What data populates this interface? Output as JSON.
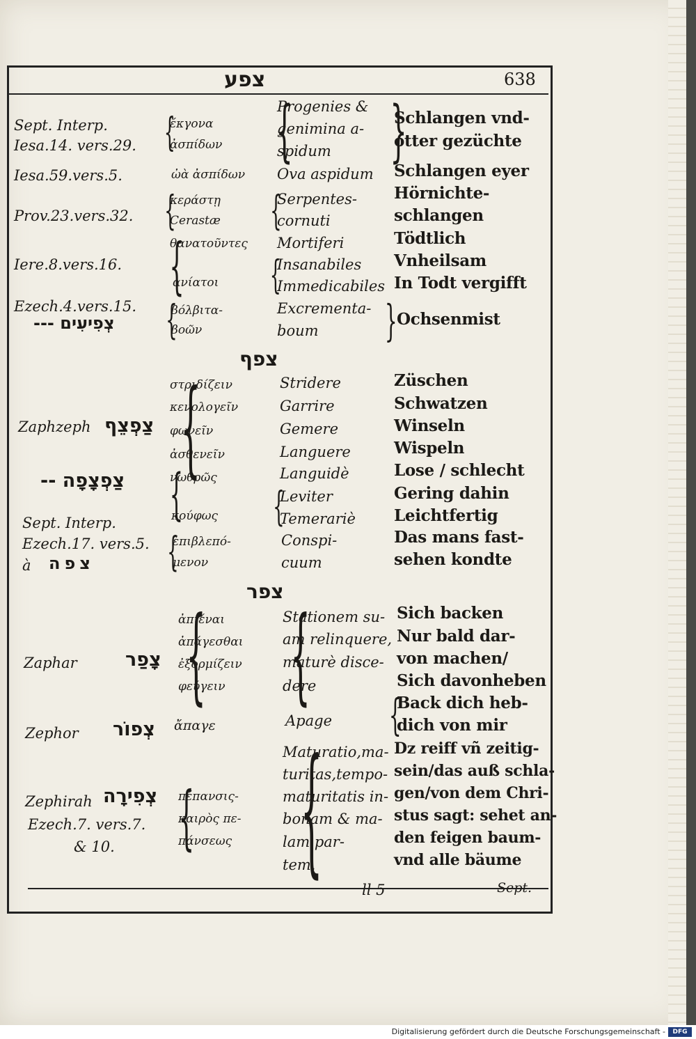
{
  "header": {
    "title": "צפע",
    "page": "638"
  },
  "rows": [
    {
      "ref": "Sept. Interp.",
      "greek": "ἔκγονα",
      "latin": "Progenies &",
      "german": "Schlangen vnd-"
    },
    {
      "ref": "Iesa.14. vers.29.",
      "greek": "ἀσπίδων",
      "latin": "genimina a-",
      "german": "otter gezüchte"
    },
    {
      "latin": "spidum"
    },
    {
      "ref": "Iesa.59.vers.5.",
      "greek": "ὠὰ ἀσπίδων",
      "latin": "Ova aspidum",
      "german": "Schlangen eyer"
    },
    {
      "ref": "Prov.23.vers.32.",
      "greek": "κεράστῃ",
      "latin": "Serpentes-",
      "german": "Hörnichte-"
    },
    {
      "greek": "Cerastæ",
      "latin": "cornuti",
      "german": "schlangen"
    },
    {
      "ref": "Iere.8.vers.16.",
      "greek": "θανατοῦντες",
      "latin": "Mortiferi",
      "german": "Tödtlich"
    },
    {
      "latin": "Insanabiles",
      "german": "Vnheilsam"
    },
    {
      "greek": "ἀνίατοι",
      "latin": "Immedicabiles",
      "german": "In Todt vergifft"
    },
    {
      "ref": "Ezech.4.vers.15.",
      "greek": "βόλβιτα-",
      "latin": "Excrementa-",
      "german": "Ochsenmist"
    },
    {
      "hebrew": "צְפִיעִים ---",
      "greek": "βοῶν",
      "latin": "boum"
    }
  ],
  "section2": {
    "title": "צפף",
    "ref": "Zaphzeph",
    "hebrew1": "צַפְצֵף",
    "hebrew2": "צַפְצָפָה --",
    "ref2a": "Sept. Interp.",
    "ref2b": "Ezech.17. vers.5.",
    "ref2c": "à",
    "hebrew3": "צפה",
    "greek": [
      "στριδίζειν",
      "κενολογεῖν",
      "φωνεῖν",
      "ἀσθενεῖν",
      "νωθρῶς",
      "κούφως",
      "ἐπιβλεπό-",
      "μενον"
    ],
    "latin": [
      "Stridere",
      "Garrire",
      "Gemere",
      "Languere",
      "Languidè",
      "Leviter",
      "Temerariè",
      "Conspi-",
      "cuum"
    ],
    "german": [
      "Züschen",
      "Schwatzen",
      "Winseln",
      "Wispeln",
      "Lose / schlecht",
      "Gering dahin",
      "Leichtfertig",
      "Das mans fast-",
      "sehen kondte"
    ]
  },
  "section3": {
    "title": "צפר",
    "ref_zaphar": "Zaphar",
    "hebrew_zaphar": "צָפַר",
    "greek_zaphar": [
      "ἀπιέναι",
      "ἀπάγεσθαι",
      "ἐξορμίζειν",
      "φεύγειν"
    ],
    "latin_zaphar": [
      "Stationem su-",
      "am relinquere,",
      "maturè disce-",
      "dere"
    ],
    "german_zaphar": [
      "Sich backen",
      "Nur bald dar-",
      "von machen/",
      "Sich davonheben"
    ],
    "ref_zephor": "Zephor",
    "hebrew_zephor": "צְפוֹר",
    "greek_zephor": "ἄπαγε",
    "latin_zephor": "Apage",
    "german_zephor": [
      "Back dich heb-",
      "dich von mir"
    ],
    "ref_zephirah": "Zephirah",
    "hebrew_zephirah": "צְפִירָה",
    "ref_ezech": "Ezech.7. vers.7.",
    "ref_ezech2": "& 10.",
    "greek_zephirah": [
      "πέπανσις-",
      "καιρὸς πε-",
      "πάνσεως"
    ],
    "latin_zephirah": [
      "Maturatio,ma-",
      "turitas,tempo-",
      "maturitatis in-",
      "bonam & ma-",
      "lam par-",
      "tem."
    ],
    "german_zephirah": [
      "Dz reiff vñ zeitig-",
      "sein/das auß schla-",
      "gen/von dem Chri-",
      "stus sagt: sehet an-",
      "den feigen baum-",
      "vnd alle bäume"
    ]
  },
  "footer": {
    "signature": "ll 5",
    "catchword": "Sept."
  },
  "credit": "Digitalisierung gefördert durch die Deutsche Forschungsgemeinschaft -",
  "logo": "DFG"
}
